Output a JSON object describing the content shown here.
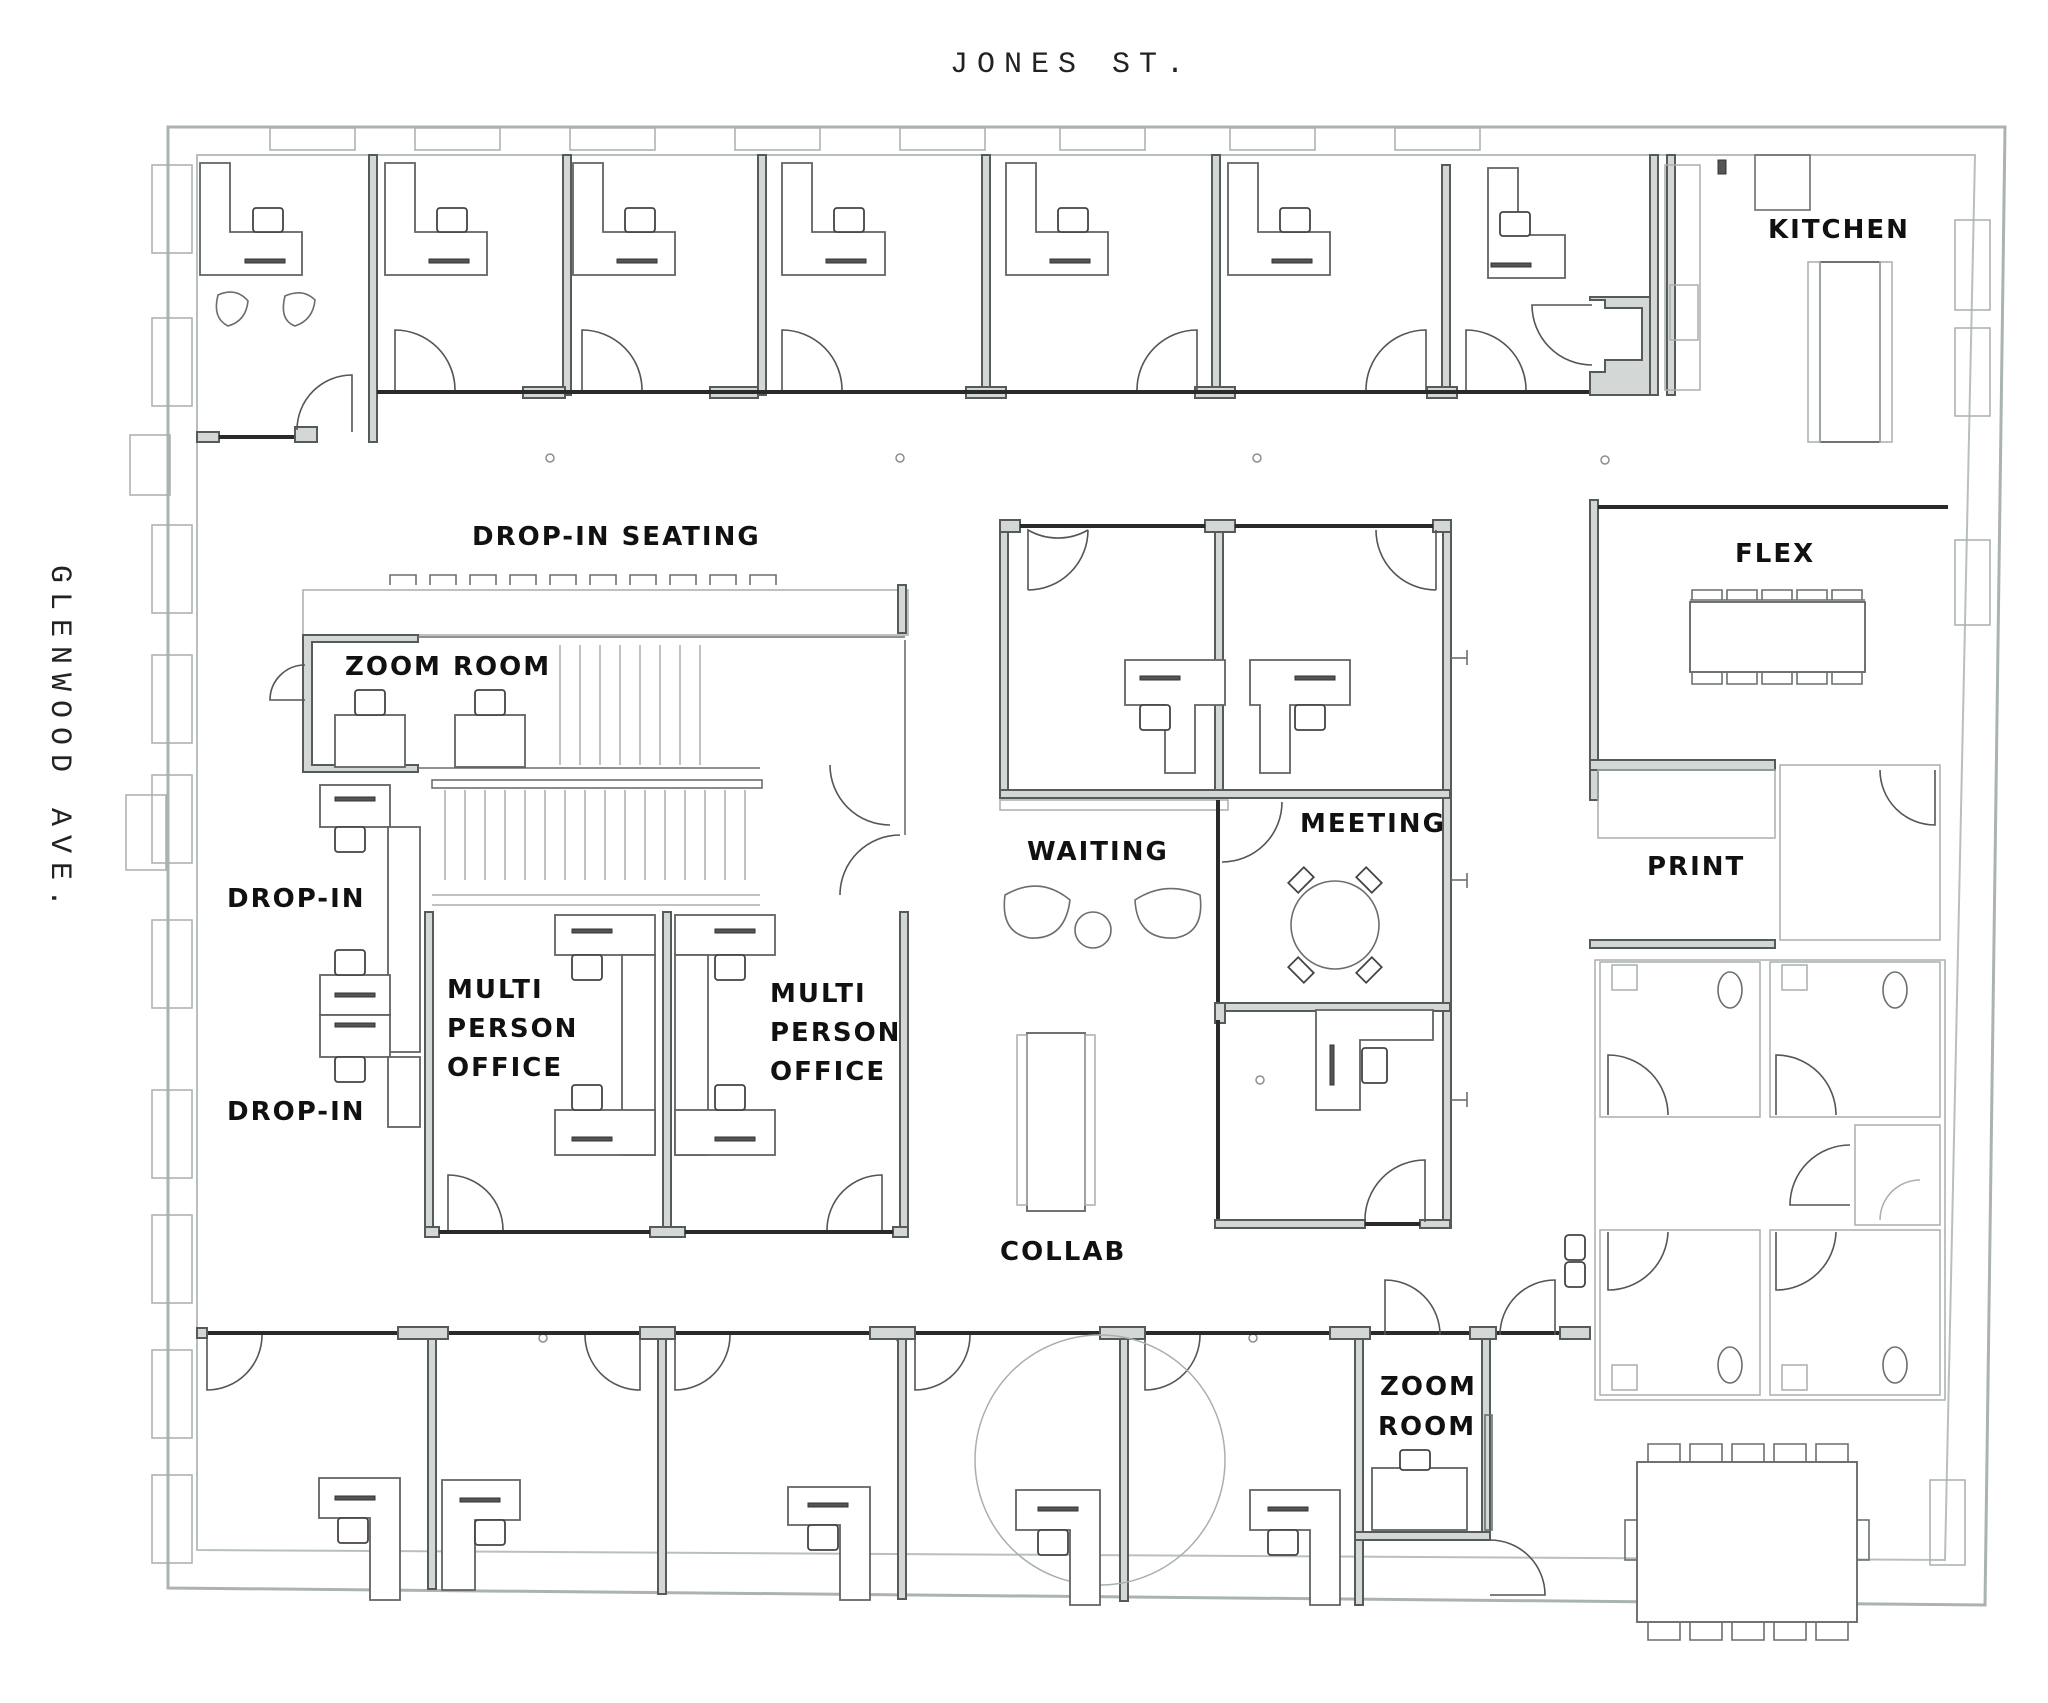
{
  "streets": {
    "north": "JONES ST.",
    "west": "GLENWOOD AVE."
  },
  "rooms": {
    "kitchen": "KITCHEN",
    "drop_in_seating": "DROP-IN SEATING",
    "zoom_room_1": "ZOOM ROOM",
    "flex": "FLEX",
    "meeting": "MEETING",
    "waiting": "WAITING",
    "print": "PRINT",
    "drop_in_1": "DROP-IN",
    "drop_in_2": "DROP-IN",
    "multi_office_1": [
      "MULTI",
      "PERSON",
      "OFFICE"
    ],
    "multi_office_2": [
      "MULTI",
      "PERSON",
      "OFFICE"
    ],
    "collab": "COLLAB",
    "zoom_room_2": [
      "ZOOM",
      "ROOM"
    ]
  },
  "colors": {
    "wall_fill": "#d3d8d6",
    "wall_stroke": "#555b59",
    "outer_wall": "#aab3b0",
    "label": "#111111",
    "background": "#ffffff"
  }
}
